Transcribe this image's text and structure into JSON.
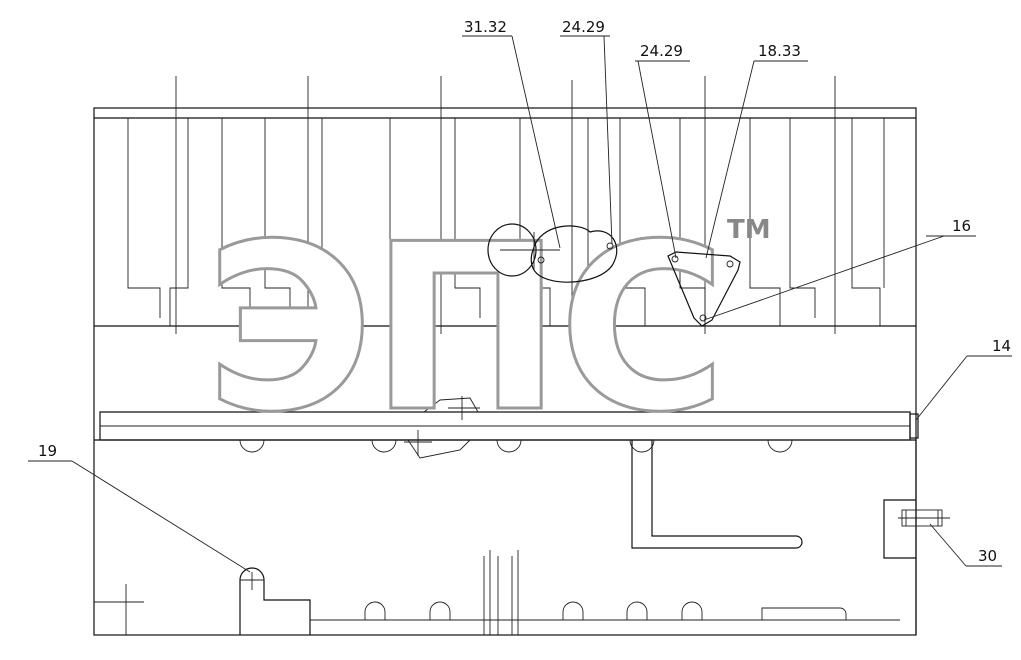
{
  "callouts": {
    "c3132": "31.32",
    "c2429a": "24.29",
    "c2429b": "24.29",
    "c1833": "18.33",
    "c16": "16",
    "c14": "14",
    "c19": "19",
    "c30": "30"
  },
  "watermark": {
    "text": "ЭПС",
    "tm": "TM"
  }
}
